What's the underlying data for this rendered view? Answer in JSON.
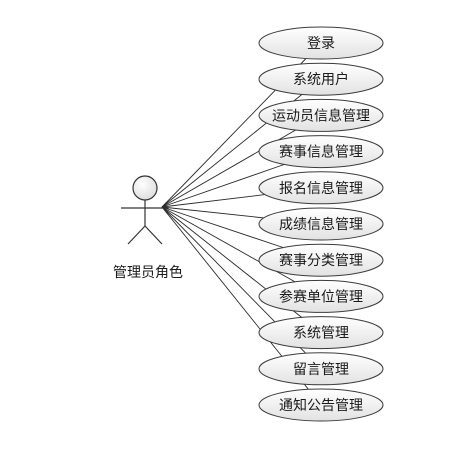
{
  "diagram": {
    "actor": {
      "name": "管理员角色",
      "icon": "stick-figure-actor-icon"
    },
    "use_cases": [
      "登录",
      "系统用户",
      "运动员信息管理",
      "赛事信息管理",
      "报名信息管理",
      "成绩信息管理",
      "赛事分类管理",
      "参赛单位管理",
      "系统管理",
      "留言管理",
      "通知公告管理"
    ],
    "colors": {
      "ellipse_fill_top": "#ffffff",
      "ellipse_fill_bottom": "#e4e4e4",
      "stroke": "#3c3c3c"
    }
  }
}
